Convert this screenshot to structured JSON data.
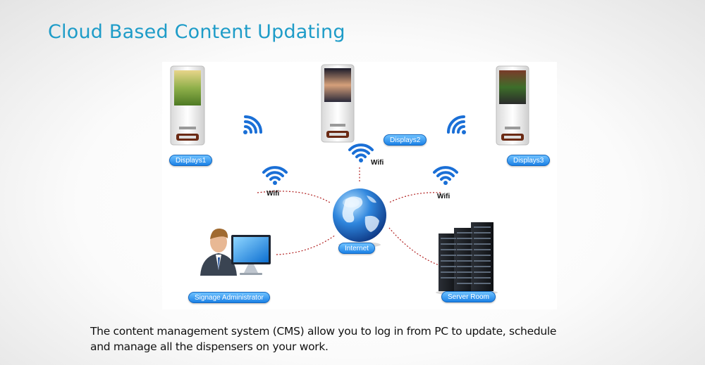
{
  "title": "Cloud Based Content Updating",
  "diagram": {
    "displays": [
      {
        "label": "Displays1"
      },
      {
        "label": "Displays2"
      },
      {
        "label": "Displays3"
      }
    ],
    "wifi_labels": [
      "Wifi",
      "Wifi",
      "Wifi"
    ],
    "internet_label": "Internet",
    "admin_label": "Signage Administrator",
    "server_label": "Server Room",
    "colors": {
      "title": "#1e9cc8",
      "pill": "#1c82e6",
      "wifi": "#1a6fd6",
      "link": "#b22222"
    },
    "icons": [
      "kiosk-display-icon",
      "wifi-icon",
      "globe-icon",
      "administrator-computer-icon",
      "server-rack-icon"
    ]
  },
  "caption": {
    "line1": "The content management system (CMS) allow you to log in from PC to update, schedule",
    "line2": "and manage all the dispensers on your work."
  }
}
